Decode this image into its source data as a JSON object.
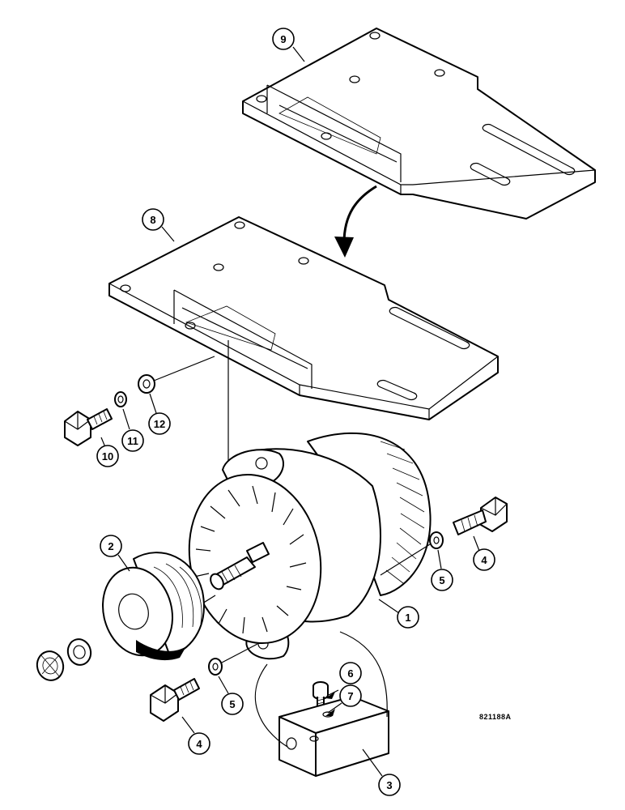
{
  "reference_code": "821188A",
  "callouts": [
    {
      "id": "c1",
      "label": "1"
    },
    {
      "id": "c2",
      "label": "2"
    },
    {
      "id": "c3",
      "label": "3"
    },
    {
      "id": "c4a",
      "label": "4"
    },
    {
      "id": "c4b",
      "label": "4"
    },
    {
      "id": "c5a",
      "label": "5"
    },
    {
      "id": "c5b",
      "label": "5"
    },
    {
      "id": "c6",
      "label": "6"
    },
    {
      "id": "c7",
      "label": "7"
    },
    {
      "id": "c8",
      "label": "8"
    },
    {
      "id": "c9",
      "label": "9"
    },
    {
      "id": "c10",
      "label": "10"
    },
    {
      "id": "c11",
      "label": "11"
    },
    {
      "id": "c12",
      "label": "12"
    }
  ]
}
